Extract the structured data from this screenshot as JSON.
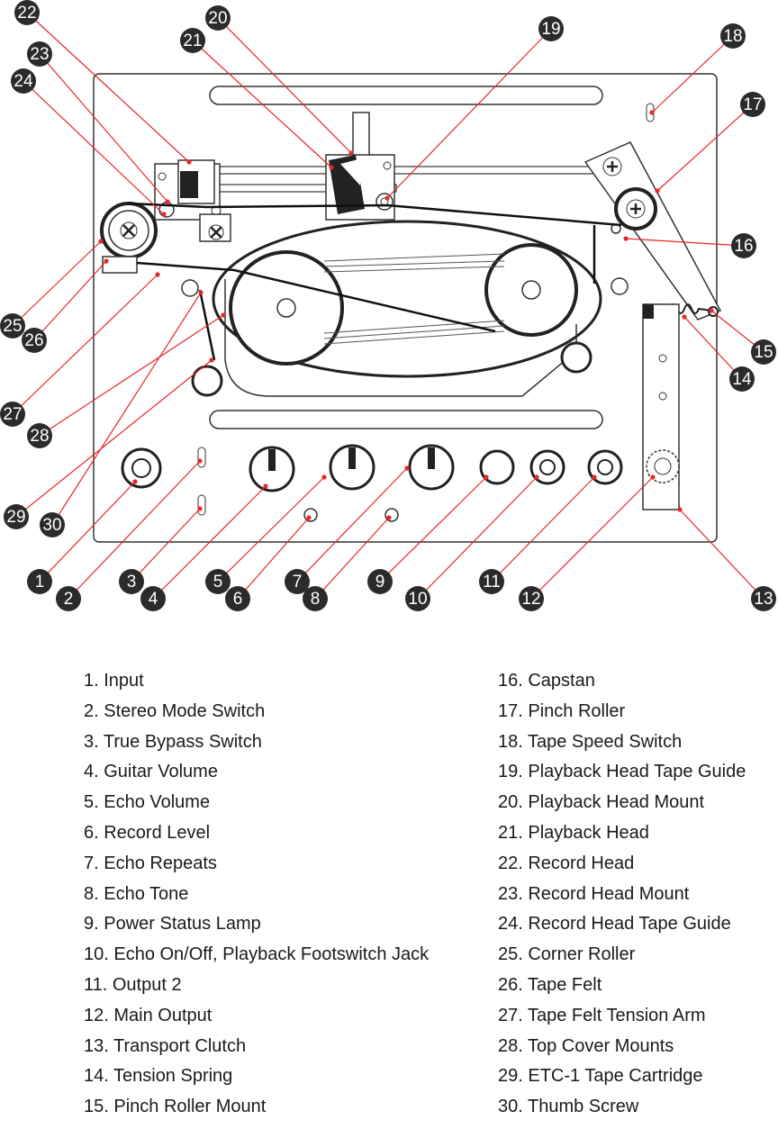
{
  "callouts": [
    "1",
    "2",
    "3",
    "4",
    "5",
    "6",
    "7",
    "8",
    "9",
    "10",
    "11",
    "12",
    "13",
    "14",
    "15",
    "16",
    "17",
    "18",
    "19",
    "20",
    "21",
    "22",
    "23",
    "24",
    "25",
    "26",
    "27",
    "28",
    "29",
    "30"
  ],
  "legend_left": [
    "1. Input",
    "2. Stereo Mode Switch",
    "3. True Bypass Switch",
    "4. Guitar Volume",
    "5. Echo Volume",
    "6. Record Level",
    "7. Echo Repeats",
    "8. Echo Tone",
    "9. Power Status Lamp",
    "10. Echo On/Off, Playback Footswitch Jack",
    "11. Output 2",
    "12. Main Output",
    "13. Transport Clutch",
    "14. Tension Spring",
    "15. Pinch Roller Mount"
  ],
  "legend_right": [
    "16. Capstan",
    "17. Pinch Roller",
    "18. Tape Speed Switch",
    "19. Playback Head Tape Guide",
    "20. Playback Head Mount",
    "21. Playback Head",
    "22. Record Head",
    "23. Record Head Mount",
    "24. Record Head Tape Guide",
    "25. Corner Roller",
    "26. Tape Felt",
    "27. Tape Felt Tension Arm",
    "28. Top Cover Mounts",
    "29. ETC-1 Tape Cartridge",
    "30. Thumb Screw"
  ],
  "colors": {
    "leader": "#e8262b",
    "badge": "#2b2b2b",
    "line": "#222222"
  }
}
